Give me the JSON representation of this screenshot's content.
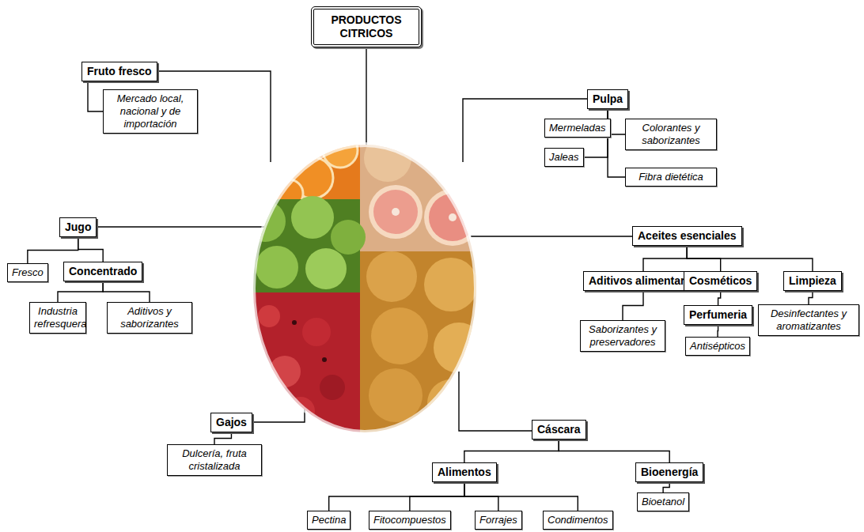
{
  "diagram": {
    "nodes": [
      {
        "text": [
          "PRODUCTOS CITRICOS"
        ]
      },
      {
        "text": [
          "Fruto fresco"
        ]
      },
      {
        "text": [
          "Mercado local, nacional y de importación"
        ]
      },
      {
        "text": [
          "Pulpa"
        ]
      },
      {
        "text": [
          "Mermeladas"
        ]
      },
      {
        "text": [
          "Colorantes y saborizantes"
        ]
      },
      {
        "text": [
          "Jaleas"
        ]
      },
      {
        "text": [
          "Fibra dietética"
        ]
      },
      {
        "text": [
          "Jugo"
        ]
      },
      {
        "text": [
          "Fresco"
        ]
      },
      {
        "text": [
          "Concentrado"
        ]
      },
      {
        "text": [
          "Industria refresquera"
        ]
      },
      {
        "text": [
          "Aditivos y saborizantes"
        ]
      },
      {
        "text": [
          "Aceites esenciales"
        ]
      },
      {
        "text": [
          "Aditivos alimentarios"
        ]
      },
      {
        "text": [
          "Cosméticos"
        ]
      },
      {
        "text": [
          "Limpieza"
        ]
      },
      {
        "text": [
          "Perfumeria"
        ]
      },
      {
        "text": [
          "Saborizantes y preservadores"
        ]
      },
      {
        "text": [
          "Antisépticos"
        ]
      },
      {
        "text": [
          "Desinfectantes y aromatizantes"
        ]
      },
      {
        "text": [
          "Gajos"
        ]
      },
      {
        "text": [
          "Dulcería, fruta cristalizada"
        ]
      },
      {
        "text": [
          "Cáscara"
        ]
      },
      {
        "text": [
          "Alimentos"
        ]
      },
      {
        "text": [
          "Bioenergía"
        ]
      },
      {
        "text": [
          "Bioetanol"
        ]
      },
      {
        "text": [
          "Pectina"
        ]
      },
      {
        "text": [
          "Fitocompuestos"
        ]
      },
      {
        "text": [
          "Forrajes"
        ]
      },
      {
        "text": [
          "Condimentos"
        ]
      }
    ],
    "edges": [
      {
        "from": 1,
        "to": 2,
        "arrow": "none"
      },
      {
        "from": 3,
        "to": 4,
        "arrow": "none"
      },
      {
        "from": 3,
        "to": 5,
        "arrow": "none"
      },
      {
        "from": 3,
        "to": 6,
        "arrow": "none"
      },
      {
        "from": 3,
        "to": 7,
        "arrow": "none"
      },
      {
        "from": 8,
        "to": 9,
        "arrow": "none"
      },
      {
        "from": 8,
        "to": 10,
        "arrow": "none"
      },
      {
        "from": 10,
        "to": 11,
        "arrow": "none"
      },
      {
        "from": 10,
        "to": 12,
        "arrow": "none"
      },
      {
        "from": 13,
        "to": 14,
        "arrow": "none"
      },
      {
        "from": 13,
        "to": 15,
        "arrow": "none"
      },
      {
        "from": 13,
        "to": 16,
        "arrow": "none"
      },
      {
        "from": 14,
        "to": 18,
        "arrow": "none"
      },
      {
        "from": 15,
        "to": 17,
        "arrow": "none"
      },
      {
        "from": 17,
        "to": 19,
        "arrow": "none"
      },
      {
        "from": 16,
        "to": 20,
        "arrow": "none"
      },
      {
        "from": 21,
        "to": 22,
        "arrow": "none"
      },
      {
        "from": 23,
        "to": 24,
        "arrow": "none"
      },
      {
        "from": 23,
        "to": 25,
        "arrow": "none"
      },
      {
        "from": 24,
        "to": 27,
        "arrow": "none"
      },
      {
        "from": 24,
        "to": 28,
        "arrow": "none"
      },
      {
        "from": 24,
        "to": 29,
        "arrow": "none"
      },
      {
        "from": 24,
        "to": 30,
        "arrow": "none"
      },
      {
        "from": 25,
        "to": 26,
        "arrow": "none"
      }
    ]
  }
}
